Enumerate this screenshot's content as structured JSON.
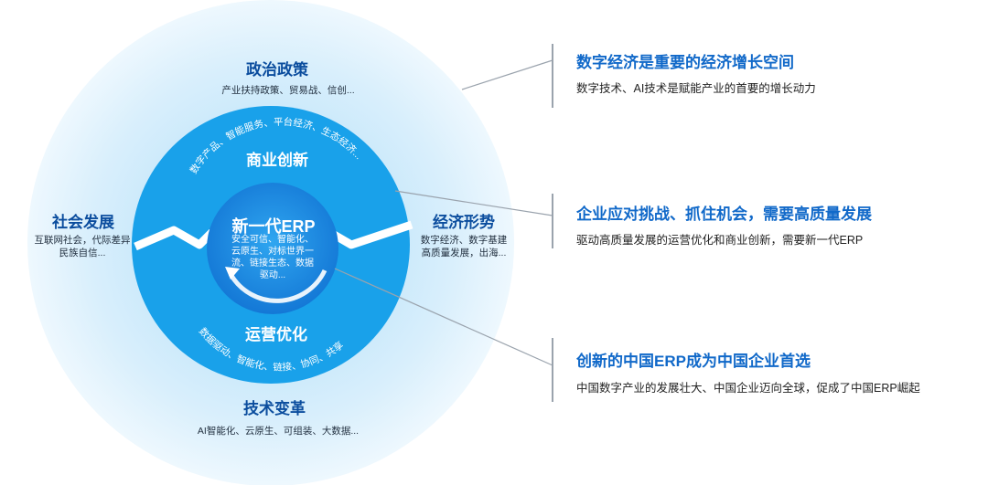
{
  "outer": {
    "top": {
      "title": "政治政策",
      "sub": "产业扶持政策、贸易战、信创..."
    },
    "left": {
      "title": "社会发展",
      "sub_line1": "互联网社会，代际差异",
      "sub_line2": "民族自信..."
    },
    "right": {
      "title": "经济形势",
      "sub_line1": "数字经济、数字基建",
      "sub_line2": "高质量发展，出海..."
    },
    "bottom": {
      "title": "技术变革",
      "sub": "AI智能化、云原生、可组装、大数据..."
    }
  },
  "middle": {
    "top": {
      "title": "商业创新",
      "arc_text": "数字产品、智能服务、平台经济、生态经济..."
    },
    "bottom": {
      "title": "运营优化",
      "arc_text": "数据驱动、智能化、链接、协同、共享"
    }
  },
  "core": {
    "title": "新一代ERP",
    "lines": [
      "安全可信、智能化、",
      "云原生、对标世界一",
      "流、链接生态、数据",
      "驱动..."
    ]
  },
  "callouts": [
    {
      "title": "数字经济是重要的经济增长空间",
      "text": "数字技术、AI技术是赋能产业的首要的增长动力"
    },
    {
      "title": "企业应对挑战、抓住机会，需要高质量发展",
      "text": "驱动高质量发展的运营优化和商业创新，需要新一代ERP"
    },
    {
      "title": "创新的中国ERP成为中国企业首选",
      "text": "中国数字产业的发展壮大、中国企业迈向全球，促成了中国ERP崛起"
    }
  ],
  "colors": {
    "outer_ring": "#d6ecfb",
    "middle_ring": "#19a1ea",
    "core": "#1b8be0",
    "accent": "#1169c9"
  }
}
